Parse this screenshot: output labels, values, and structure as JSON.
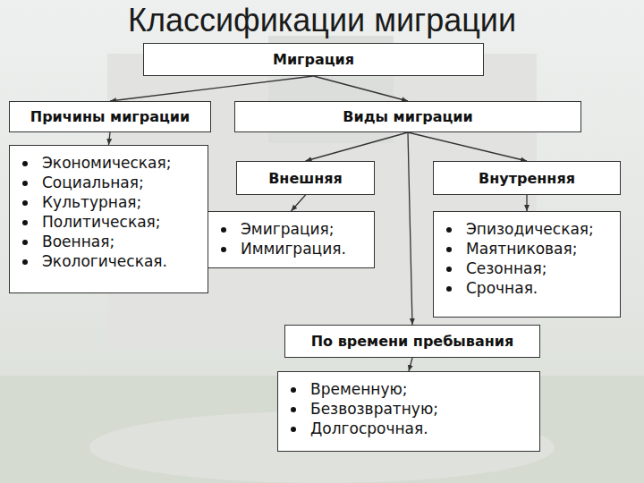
{
  "diagram": {
    "title": "Классификации миграции",
    "nodes": [
      {
        "text": [
          "Миграция"
        ]
      },
      {
        "text": [
          "Причины миграции"
        ]
      },
      {
        "text": [
          "Виды миграции"
        ]
      },
      {
        "text": [
          "Экономическая;",
          "Социальная;",
          "Культурная;",
          "Политическая;",
          "Военная;",
          "Экологическая."
        ]
      },
      {
        "text": [
          "Внешняя"
        ]
      },
      {
        "text": [
          "Внутренняя"
        ]
      },
      {
        "text": [
          "Эмиграция;",
          "Иммиграция."
        ]
      },
      {
        "text": [
          "Эпизодическая;",
          "Маятниковая;",
          "Сезонная;",
          "Срочная."
        ]
      },
      {
        "text": [
          "По времени пребывания"
        ]
      },
      {
        "text": [
          "Временную;",
          "Безвозвратную;",
          "Долгосрочная."
        ]
      }
    ],
    "edges": [
      {
        "from": 0,
        "to": 1,
        "arrow": "to"
      },
      {
        "from": 0,
        "to": 2,
        "arrow": "to"
      },
      {
        "from": 1,
        "to": 3,
        "arrow": "to"
      },
      {
        "from": 2,
        "to": 4,
        "arrow": "to"
      },
      {
        "from": 2,
        "to": 5,
        "arrow": "to"
      },
      {
        "from": 2,
        "to": 8,
        "arrow": "to"
      },
      {
        "from": 4,
        "to": 6,
        "arrow": "to"
      },
      {
        "from": 5,
        "to": 7,
        "arrow": "to"
      },
      {
        "from": 8,
        "to": 9,
        "arrow": "to"
      }
    ]
  }
}
